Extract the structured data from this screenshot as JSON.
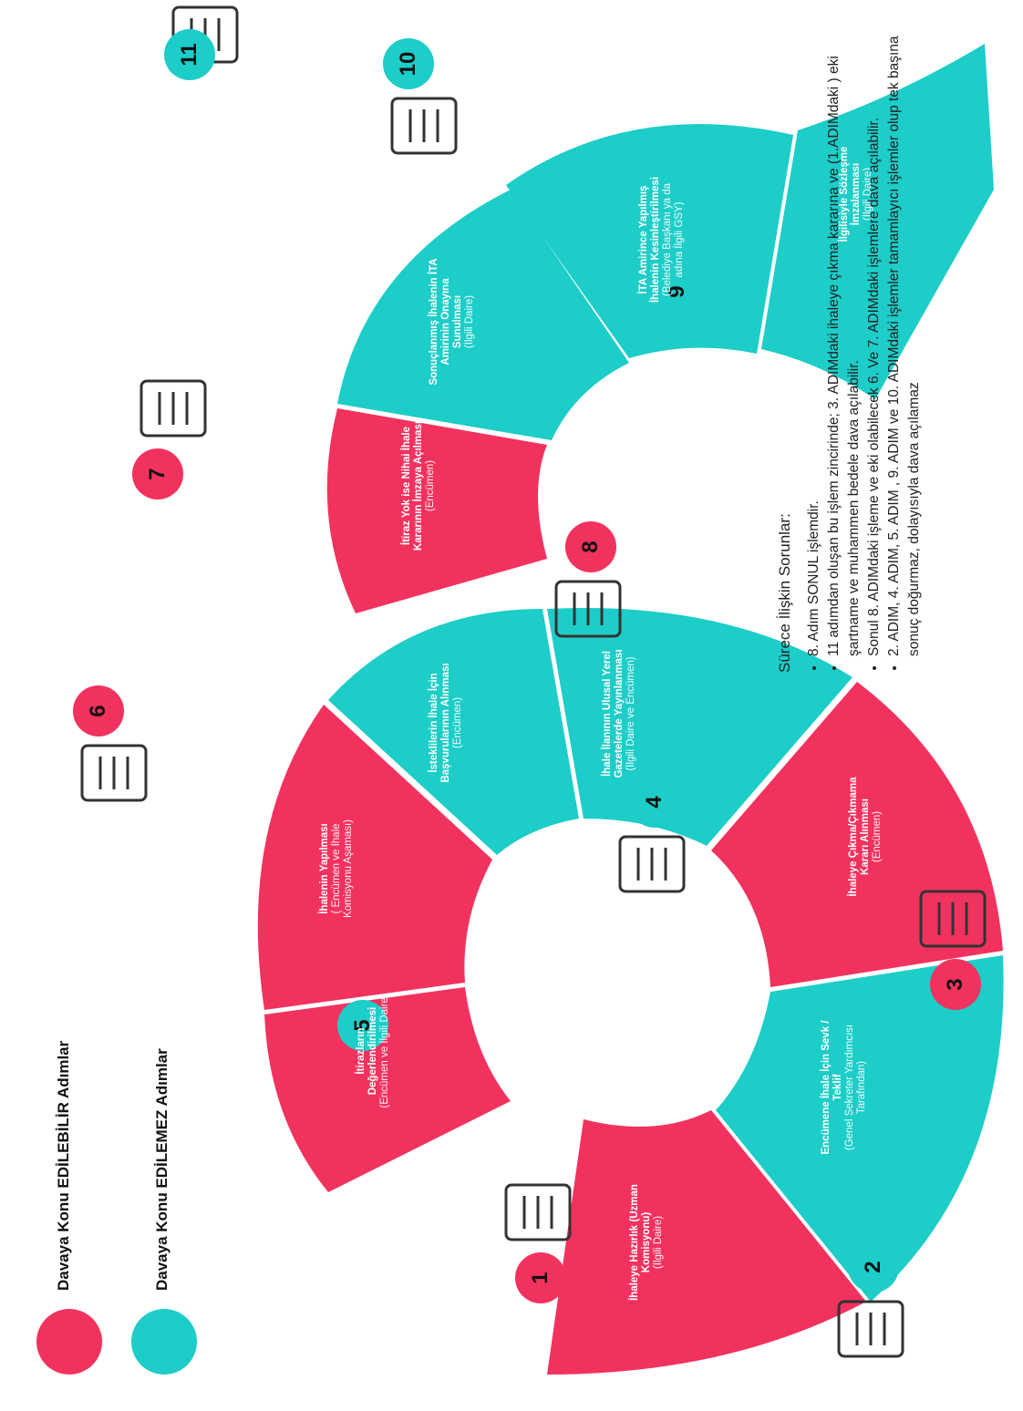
{
  "colors": {
    "sueable": "#F2325E",
    "not_sueable": "#1CCDC8",
    "badge_text": "#111111"
  },
  "legend": {
    "sueable": "Davaya Konu EDİLEBİLİR Adımlar",
    "not_sueable": "Davaya Konu EDİLEMEZ Adımlar"
  },
  "steps": [
    {
      "num": "1",
      "title": "İhaleye Hazırlık (Uzman Komisyonu)",
      "sub": "(İlgili Daire)",
      "type": "sueable",
      "icon": "meeting-icon"
    },
    {
      "num": "2",
      "title": "Encümene İhale İçin Sevk / Teklif",
      "sub": "(Genel Sekreter Yardımcısı Tarafından)",
      "type": "not_sueable",
      "icon": "document-check-icon"
    },
    {
      "num": "3",
      "title": "İhaleye Çıkma/Çıkmama Kararı Alınması",
      "sub": "(Encümen)",
      "type": "sueable",
      "icon": "vote-meeting-icon"
    },
    {
      "num": "4",
      "title": "İhale İlanının Ulusal Yerel Gazetelerde Yayınlanması",
      "sub": "(İlgili Daire ve Encümen)",
      "type": "not_sueable",
      "icon": "newspaper-icon"
    },
    {
      "num": "5",
      "title": "İsteklilerin İhale İçin Başvurularının Alınması",
      "sub": "(Encümen)",
      "type": "not_sueable",
      "icon": "applications-icon"
    },
    {
      "num": "6",
      "title": "İhalenin Yapılması",
      "sub": "( Encümen ve İhale Komisyonu Aşaması)",
      "type": "sueable",
      "icon": "gavel-icon"
    },
    {
      "num": "7",
      "title": "İtirazların Değerlendirilmesi",
      "sub": "(Encümen ve İlgili Daire)",
      "type": "sueable",
      "icon": "review-icon"
    },
    {
      "num": "8",
      "title": "İtiraz Yok ise Nihai İhale Kararının İmzaya Açılması",
      "sub": "(Encümen)",
      "type": "sueable",
      "icon": "signing-icon"
    },
    {
      "num": "9",
      "title": "Sonuçlanmış İhalenin İTA Amirinin Onayına Sunulması",
      "sub": "(İlgili Daire)",
      "type": "not_sueable",
      "icon": "approval-icon"
    },
    {
      "num": "10",
      "title": "İTA Amirince Yapılmış İhalenin Kesinleştirilmesi",
      "sub": "(Belediye Başkanı ya da adına İlgili GSY)",
      "type": "not_sueable",
      "icon": "stamp-icon"
    },
    {
      "num": "11",
      "title": "İlgilisiyle Sözleşme İmzalanması",
      "sub": "(İlgili Daire)",
      "type": "not_sueable",
      "icon": "handshake-icon"
    }
  ],
  "issues": {
    "heading": "Sürece İlişkin Sorunlar:",
    "items": [
      "8. Adım SONUL işlemdir.",
      "11 adımdan oluşan bu işlem zincirinde; 3. ADIMdaki ihaleye çıkma kararına ve (1.ADIMdaki ) eki şartname ve muhammen bedele dava açılabilir.",
      "Sonul 8. ADIMdaki işleme ve eki olabilecek 6. Ve 7. ADIMdaki işlemlere dava açılabilir.",
      "2. ADIM, 4. ADIM, 5. ADIM , 9. ADIM ve 10. ADIMdaki işlemler tamamlayıcı işlemler olup tek başına sonuç doğurmaz, dolayısıyla dava açılamaz"
    ]
  }
}
